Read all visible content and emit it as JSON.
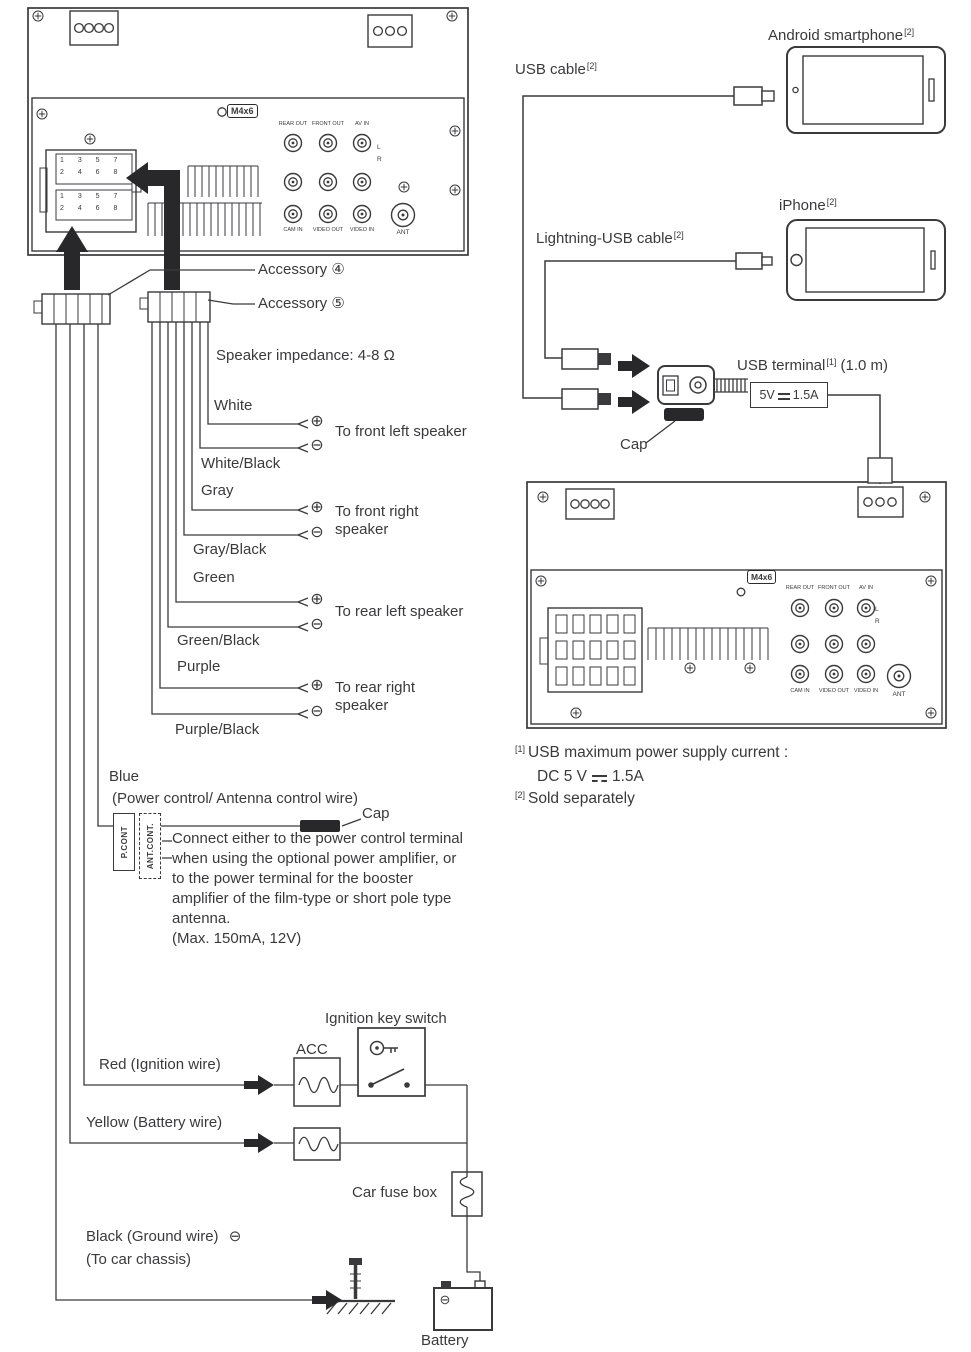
{
  "colors": {
    "ink": "#3a3a3c",
    "arrow_fill": "#28282a",
    "cap_fill": "#28282a",
    "background": "#ffffff"
  },
  "unit": {
    "m4x6": "M4x6",
    "rear_out": "REAR OUT",
    "front_out": "FRONT OUT",
    "av_in": "AV IN",
    "cam_in": "CAM IN",
    "video_out": "VIDEO OUT",
    "video_in": "VIDEO IN",
    "ant": "ANT",
    "left_ch": "L",
    "right_ch": "R",
    "pins_odd": "1 3 5 7",
    "pins_even": "2 4 6 8"
  },
  "connectors": {
    "accessory4": "Accessory ④",
    "accessory5": "Accessory ⑤"
  },
  "speakers": {
    "impedance": "Speaker impedance: 4-8 Ω",
    "plus": "⊕",
    "minus": "⊖",
    "wires": {
      "white": "White",
      "white_black": "White/Black",
      "gray": "Gray",
      "gray_black": "Gray/Black",
      "green": "Green",
      "green_black": "Green/Black",
      "purple": "Purple",
      "purple_black": "Purple/Black"
    },
    "targets": {
      "front_left": "To front left speaker",
      "front_right": "To front right speaker",
      "rear_left": "To rear left speaker",
      "rear_right": "To rear right speaker"
    }
  },
  "power_control": {
    "name": "Blue",
    "desc": "(Power control/ Antenna control wire)",
    "p_cont": "P.CONT",
    "ant_cont": "ANT.CONT.",
    "cap": "Cap",
    "note": "Connect either to the power control terminal when using the optional power amplifier, or to the power terminal for the booster amplifier of the film-type or short pole type antenna.",
    "note_max": "(Max. 150mA, 12V)"
  },
  "power": {
    "ignition_switch": "Ignition key switch",
    "acc": "ACC",
    "red": "Red (Ignition wire)",
    "yellow": "Yellow (Battery wire)",
    "car_fuse_box": "Car fuse box",
    "black": "Black (Ground wire)",
    "black_minus": "⊖",
    "chassis": "(To car chassis)",
    "battery": "Battery",
    "battery_minus": "⊖"
  },
  "usb": {
    "usb_cable": "USB cable",
    "usb_cable_sup": "[2]",
    "android": "Android smartphone",
    "android_sup": "[2]",
    "lightning_cable": "Lightning-USB cable",
    "lightning_sup": "[2]",
    "iphone": "iPhone",
    "iphone_sup": "[2]",
    "terminal": "USB terminal",
    "terminal_sup": "[1]",
    "terminal_suffix": " (1.0 m)",
    "output_volts": "5V",
    "output_amps": "1.5A",
    "cap": "Cap"
  },
  "footnotes": {
    "fn1_sup": "[1]",
    "fn1_text": "USB maximum power supply current :",
    "fn1_dc": "DC 5 V",
    "fn1_amps": "1.5A",
    "fn2_sup": "[2]",
    "fn2_text": "Sold separately"
  }
}
